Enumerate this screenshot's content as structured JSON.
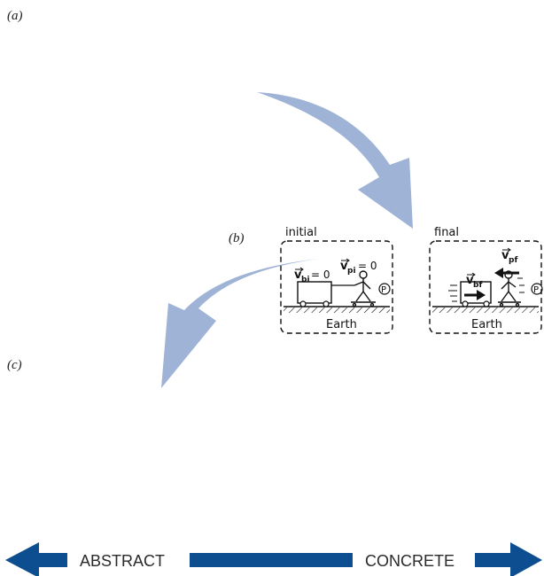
{
  "panel_labels": {
    "a": "(a)",
    "b": "(b)",
    "c": "(c)"
  },
  "frames": {
    "initial": {
      "title": "initial",
      "ground": "Earth",
      "person_badge": "P",
      "v_person": "v",
      "v_person_sub": "pi",
      "v_person_value": "= 0",
      "v_cart": "v",
      "v_cart_sub": "bi",
      "v_cart_value": "= 0"
    },
    "final": {
      "title": "final",
      "ground": "Earth",
      "person_badge": "P",
      "v_person": "v",
      "v_person_sub": "pf",
      "v_cart": "v",
      "v_cart_sub": "bf"
    }
  },
  "scale_bar": {
    "left_label": "ABSTRACT",
    "right_label": "CONCRETE",
    "color": "#0c4e8f"
  },
  "colors": {
    "flow_arrow": "#9fb3d6",
    "ink": "#111111"
  }
}
